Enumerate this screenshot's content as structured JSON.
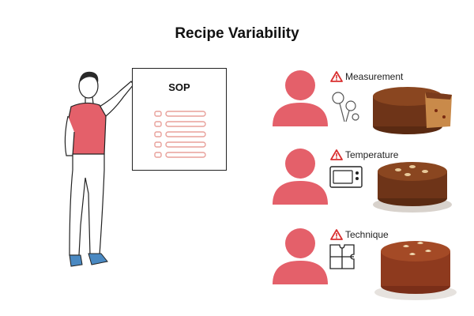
{
  "title": "Recipe Variability",
  "sop": {
    "heading": "SOP"
  },
  "colors": {
    "accent": "#e4606a",
    "warning": "#d93030",
    "cake": "#7a3b1c"
  },
  "variables": [
    {
      "label": "Measurement",
      "icon": "measuring-spoons-icon"
    },
    {
      "label": "Temperature",
      "icon": "oven-icon"
    },
    {
      "label": "Technique",
      "icon": "puzzle-icon"
    }
  ]
}
